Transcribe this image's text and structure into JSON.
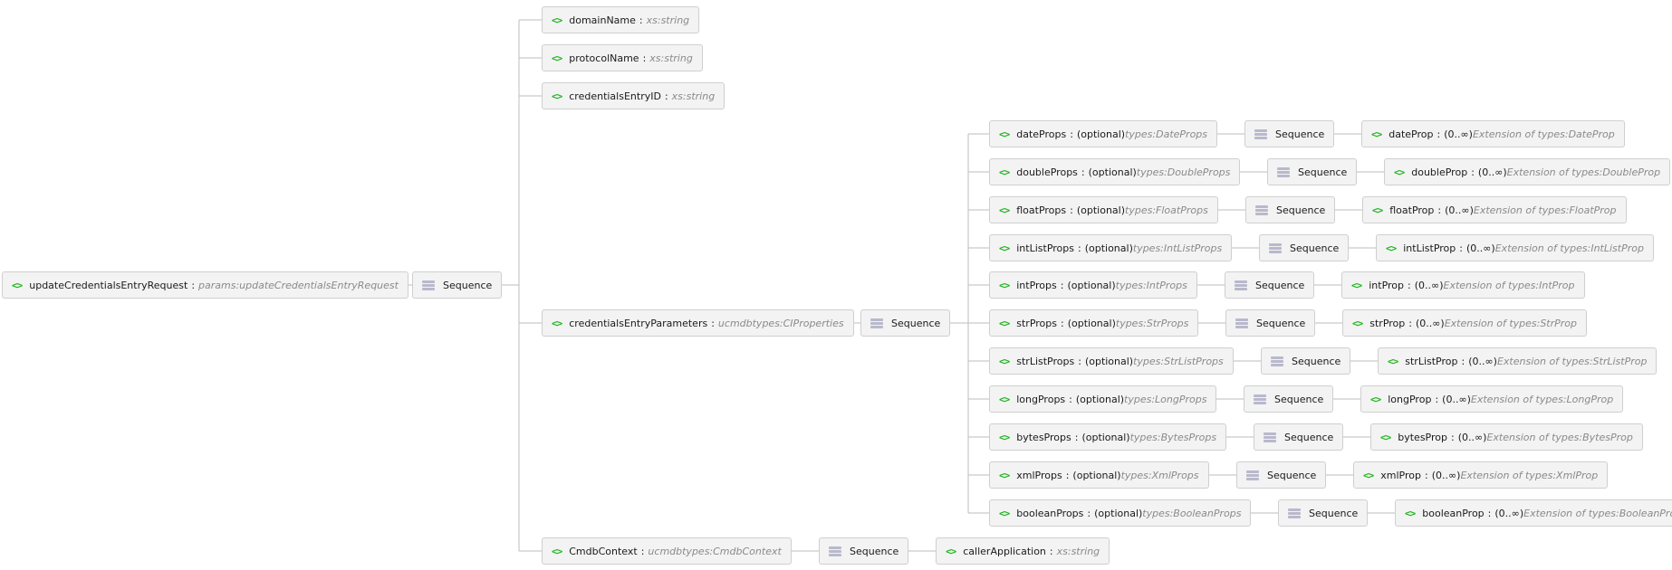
{
  "root": {
    "name": "updateCredentialsEntryRequest",
    "type": "params:updateCredentialsEntryRequest"
  },
  "sequence_label": "Sequence",
  "separator": ":",
  "children": [
    {
      "name": "domainName",
      "type": "xs:string"
    },
    {
      "name": "protocolName",
      "type": "xs:string"
    },
    {
      "name": "credentialsEntryID",
      "type": "xs:string"
    },
    {
      "name": "credentialsEntryParameters",
      "type": "ucmdbtypes:CIProperties"
    },
    {
      "name": "CmdbContext",
      "type": "ucmdbtypes:CmdbContext"
    }
  ],
  "props": [
    {
      "name": "dateProps",
      "opt": "(optional)",
      "type": "types:DateProps",
      "child": "dateProp",
      "card": "(0..∞)",
      "ext": "Extension of types:DateProp"
    },
    {
      "name": "doubleProps",
      "opt": "(optional)",
      "type": "types:DoubleProps",
      "child": "doubleProp",
      "card": "(0..∞)",
      "ext": "Extension of types:DoubleProp"
    },
    {
      "name": "floatProps",
      "opt": "(optional)",
      "type": "types:FloatProps",
      "child": "floatProp",
      "card": "(0..∞)",
      "ext": "Extension of types:FloatProp"
    },
    {
      "name": "intListProps",
      "opt": "(optional)",
      "type": "types:IntListProps",
      "child": "intListProp",
      "card": "(0..∞)",
      "ext": "Extension of types:IntListProp"
    },
    {
      "name": "intProps",
      "opt": "(optional)",
      "type": "types:IntProps",
      "child": "intProp",
      "card": "(0..∞)",
      "ext": "Extension of types:IntProp"
    },
    {
      "name": "strProps",
      "opt": "(optional)",
      "type": "types:StrProps",
      "child": "strProp",
      "card": "(0..∞)",
      "ext": "Extension of types:StrProp"
    },
    {
      "name": "strListProps",
      "opt": "(optional)",
      "type": "types:StrListProps",
      "child": "strListProp",
      "card": "(0..∞)",
      "ext": "Extension of types:StrListProp"
    },
    {
      "name": "longProps",
      "opt": "(optional)",
      "type": "types:LongProps",
      "child": "longProp",
      "card": "(0..∞)",
      "ext": "Extension of types:LongProp"
    },
    {
      "name": "bytesProps",
      "opt": "(optional)",
      "type": "types:BytesProps",
      "child": "bytesProp",
      "card": "(0..∞)",
      "ext": "Extension of types:BytesProp"
    },
    {
      "name": "xmlProps",
      "opt": "(optional)",
      "type": "types:XmlProps",
      "child": "xmlProp",
      "card": "(0..∞)",
      "ext": "Extension of types:XmlProp"
    },
    {
      "name": "booleanProps",
      "opt": "(optional)",
      "type": "types:BooleanProps",
      "child": "booleanProp",
      "card": "(0..∞)",
      "ext": "Extension of types:BooleanProp"
    }
  ],
  "cmdb_child": {
    "name": "callerApplication",
    "type": "xs:string"
  },
  "colors": {
    "tag": "#1fb51f",
    "type_text": "#8a8a8a",
    "node_bg": "#f3f3f3",
    "node_border": "#cfcfcf",
    "wire": "#bdbdbd"
  }
}
